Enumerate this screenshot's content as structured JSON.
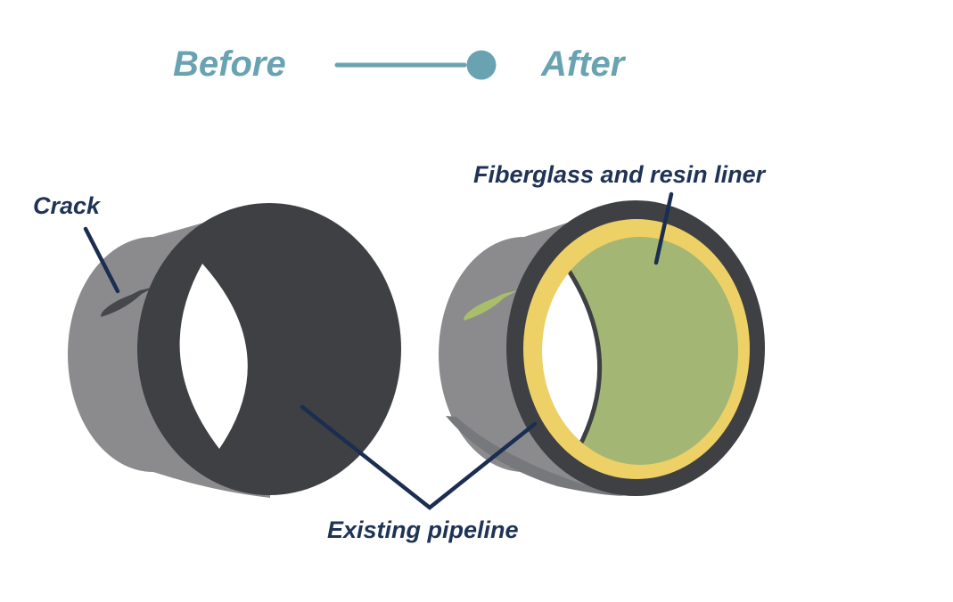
{
  "header": {
    "before_label": "Before",
    "after_label": "After"
  },
  "diagram": {
    "crack_label": "Crack",
    "liner_label": "Fiberglass and resin liner",
    "existing_pipeline_label": "Existing pipeline"
  },
  "icons": {
    "timeline_marker": "filled-circle",
    "timeline_connector": "horizontal-line"
  },
  "colors": {
    "background": "#FFFFFF",
    "accent_teal": "#69A3B2",
    "label_navy": "#1F3354",
    "leader_line": "#1B2E51",
    "pipe_body_gray": "#8B8B8D",
    "pipe_body_shadow": "#77787B",
    "pipe_dark": "#3F4043",
    "crack_dark": "#46474A",
    "liner_yellow": "#EDD166",
    "liner_green": "#A4B673",
    "resin_crack_green": "#AABE6A"
  }
}
